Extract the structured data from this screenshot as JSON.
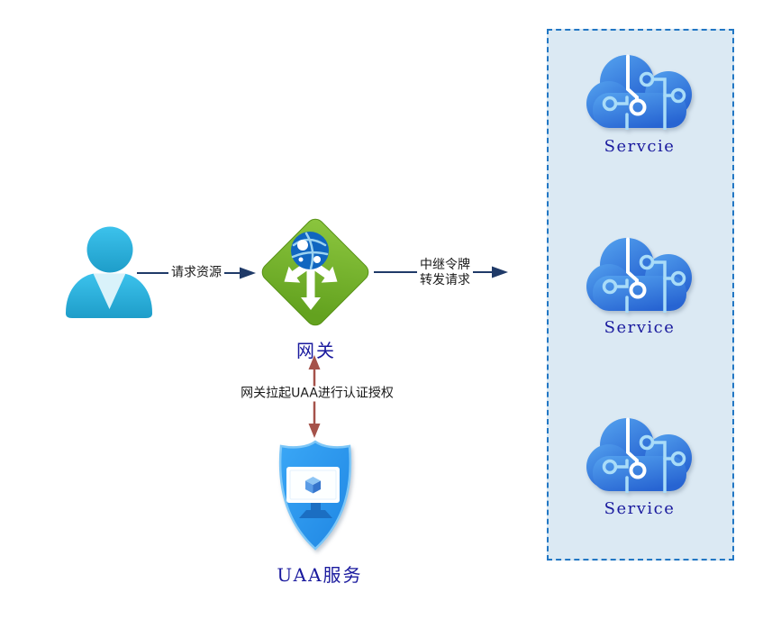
{
  "canvas": {
    "bg": "#ffffff"
  },
  "nodes": {
    "gateway": {
      "label": "网关"
    },
    "uaa": {
      "label": "UAA服务"
    },
    "services": {
      "items": [
        {
          "label": "Servcie"
        },
        {
          "label": "Service"
        },
        {
          "label": "Service"
        }
      ]
    }
  },
  "edges": {
    "request": {
      "label": "请求资源"
    },
    "relay": {
      "lines": [
        "中继令牌",
        "转发请求"
      ]
    },
    "auth": {
      "label": "网关拉起UAA进行认证授权"
    }
  },
  "colors": {
    "connector_navy": "#1f3a68",
    "auth_arrow_red": "#a5524a",
    "node_label_blue": "#1a1a9e",
    "edge_label_black": "#1a1a1a",
    "services_box_border": "#2277c4",
    "services_box_fill": "#dbe9f3",
    "user_cyan": "#2ab5e6",
    "gateway_green": "#76b22e",
    "cloud_blue": "#3b82dc",
    "shield_blue": "#2b9af0"
  }
}
